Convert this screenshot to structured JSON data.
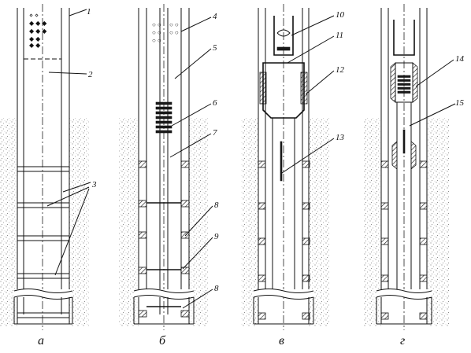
{
  "panels": [
    {
      "letter": "а"
    },
    {
      "letter": "б"
    },
    {
      "letter": "в"
    },
    {
      "letter": "г"
    }
  ],
  "callouts": [
    "1",
    "2",
    "3",
    "4",
    "5",
    "6",
    "7",
    "8",
    "9",
    "8",
    "10",
    "11",
    "12",
    "13",
    "14",
    "15"
  ]
}
